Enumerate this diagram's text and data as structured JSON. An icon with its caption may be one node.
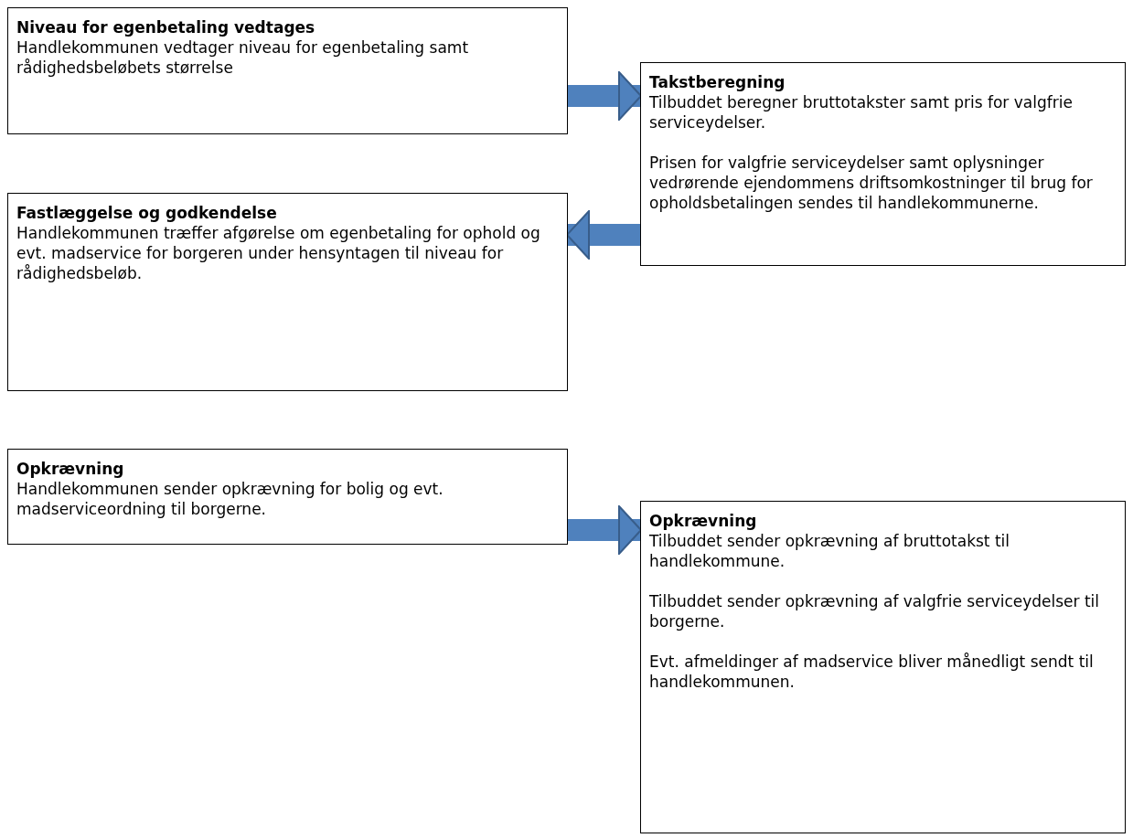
{
  "diagram": {
    "nodes": [
      {
        "text": [
          "Niveau for egenbetaling vedtages",
          "Handlekommunen vedtager niveau for egenbetaling samt rådighedsbeløbets størrelse"
        ]
      },
      {
        "text": [
          "Takstberegning",
          "Tilbuddet beregner bruttotakster samt pris for valgfrie serviceydelser.",
          "Prisen for valgfrie serviceydelser samt oplysninger vedrørende ejendommens driftsomkostninger til brug for opholdsbetalingen sendes til handlekommunerne."
        ]
      },
      {
        "text": [
          "Fastlæggelse og godkendelse",
          "Handlekommunen træffer afgørelse om egenbetaling for ophold og evt. madservice for borgeren under hensyntagen til niveau for rådighedsbeløb."
        ]
      },
      {
        "text": [
          "Opkrævning",
          "Handlekommunen sender opkrævning for bolig og evt. madserviceordning til borgerne."
        ]
      },
      {
        "text": [
          "Opkrævning",
          "Tilbuddet sender opkrævning af bruttotakst til handlekommune.",
          "Tilbuddet sender opkrævning af valgfrie serviceydelser til borgerne.",
          "Evt. afmeldinger af madservice bliver månedligt sendt til handlekommunen."
        ]
      }
    ],
    "edges": [
      {
        "from": 0,
        "to": 1,
        "arrow": "to"
      },
      {
        "from": 1,
        "to": 2,
        "arrow": "to"
      },
      {
        "from": 3,
        "to": 4,
        "arrow": "to"
      }
    ]
  }
}
